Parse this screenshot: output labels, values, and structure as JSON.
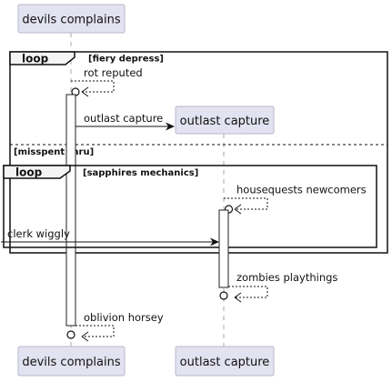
{
  "participants": {
    "devils": "devils complains",
    "outlast": "outlast capture"
  },
  "loops": {
    "outer": {
      "keyword": "loop",
      "guard": "[fiery depress]",
      "else_guard": "[misspent thru]"
    },
    "inner": {
      "keyword": "loop",
      "guard": "[sapphires mechanics]"
    }
  },
  "messages": {
    "m1": "rot reputed",
    "m2": "outlast capture",
    "m3": "housequests newcomers",
    "m4": "clerk wiggly",
    "m5": "zombies playthings",
    "m6": "oblivion horsey"
  }
}
